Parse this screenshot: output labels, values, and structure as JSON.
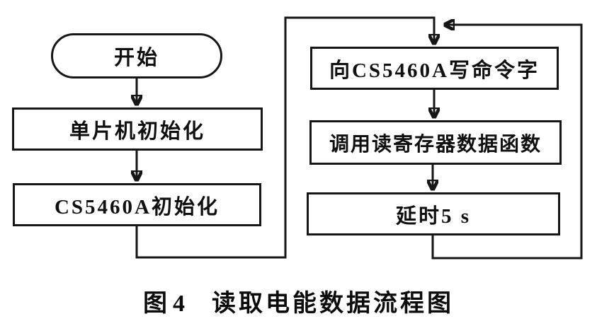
{
  "page": {
    "background": "#ffffff"
  },
  "flowchart": {
    "colors": {
      "line": "#161616",
      "node_border": "#161616",
      "node_fill": "#ffffff",
      "text": "#101010"
    },
    "nodes": [
      {
        "id": "start",
        "shape": "stadium",
        "label": "开始"
      },
      {
        "id": "mcu-init",
        "shape": "rect",
        "label": "单片机初始化"
      },
      {
        "id": "cs5460a-init",
        "shape": "rect",
        "label": "CS5460A初始化"
      },
      {
        "id": "write-command",
        "shape": "rect",
        "label": "向CS5460A写命令字"
      },
      {
        "id": "read-register",
        "shape": "rect",
        "label": "调用读寄存器数据函数"
      },
      {
        "id": "delay-5s",
        "shape": "rect",
        "label": "延时5 s"
      }
    ],
    "edges": [
      {
        "from": "start",
        "to": "mcu-init",
        "type": "arrow"
      },
      {
        "from": "mcu-init",
        "to": "cs5460a-init",
        "type": "arrow"
      },
      {
        "from": "cs5460a-init",
        "to": "write-command",
        "type": "arrow-elbow"
      },
      {
        "from": "write-command",
        "to": "read-register",
        "type": "arrow"
      },
      {
        "from": "read-register",
        "to": "delay-5s",
        "type": "arrow"
      },
      {
        "from": "delay-5s",
        "to": "write-command",
        "type": "arrow-loop-back"
      }
    ]
  },
  "caption": {
    "label": "图4",
    "title": "读取电能数据流程图"
  }
}
